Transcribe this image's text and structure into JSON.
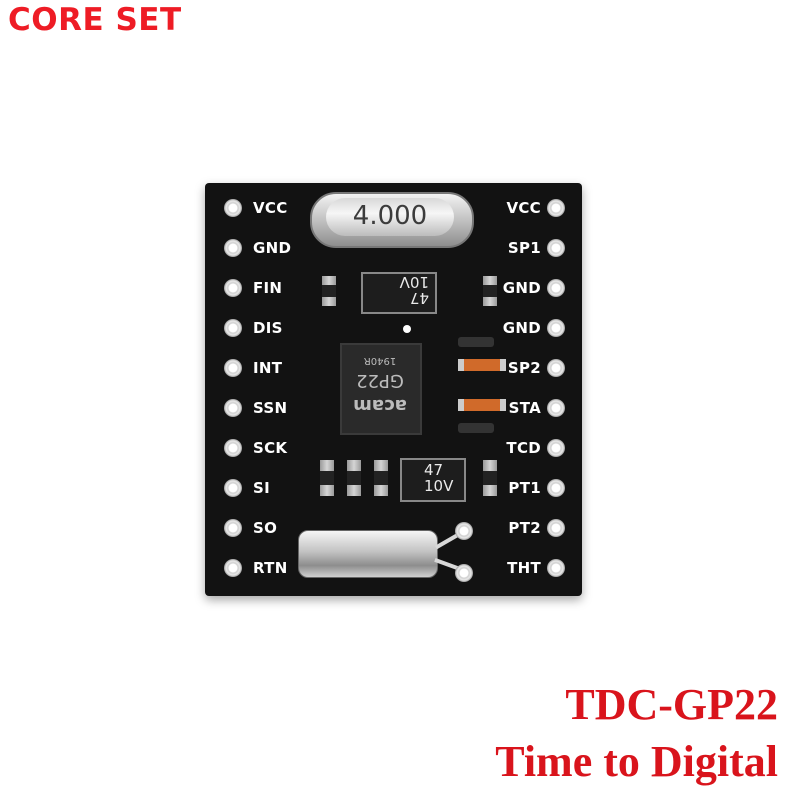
{
  "brand": "CORE SET",
  "caption": {
    "line1": "TDC-GP22",
    "line2": "Time to Digital"
  },
  "board": {
    "left_pins": [
      "VCC",
      "GND",
      "FIN",
      "DIS",
      "INT",
      "SSN",
      "SCK",
      "SI",
      "SO",
      "RTN"
    ],
    "right_pins": [
      "VCC",
      "SP1",
      "GND",
      "GND",
      "SP2",
      "STA",
      "TCD",
      "PT1",
      "PT2",
      "THT"
    ],
    "crystal_label": "4.000",
    "cap_top": {
      "line1": "47",
      "line2": "10V"
    },
    "cap_bottom": {
      "line1": "47",
      "line2": "10V"
    },
    "chip_marking": {
      "line1": "1940R",
      "line2": "GP22",
      "line3": "acam"
    }
  },
  "colors": {
    "brand": "#ee1c25",
    "caption": "#d9141c",
    "pcb": "#121212"
  }
}
